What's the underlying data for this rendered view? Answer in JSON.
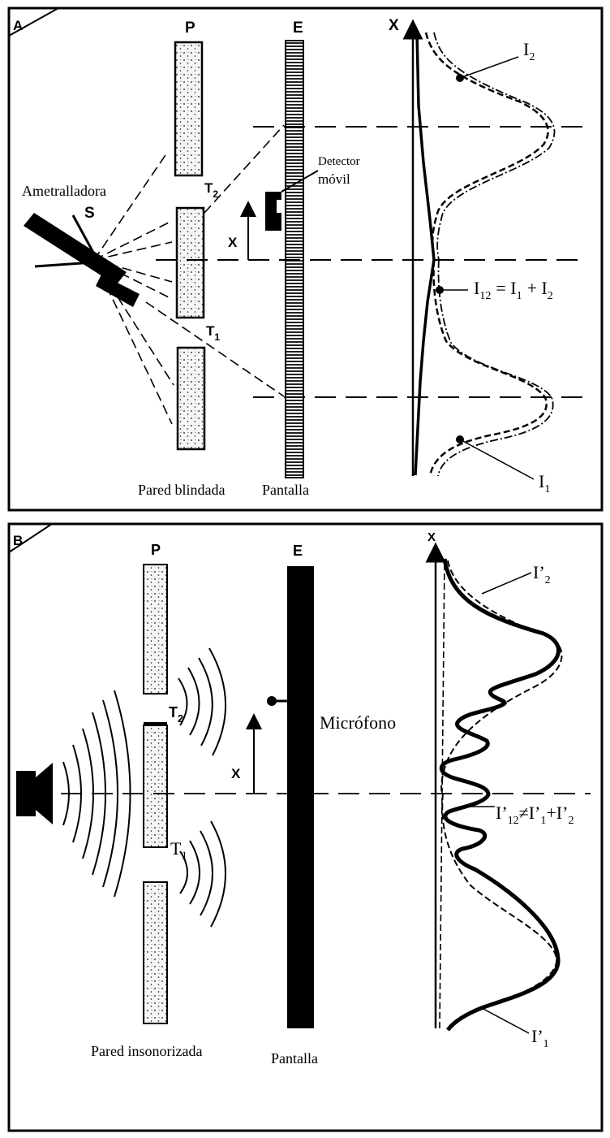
{
  "panel_a": {
    "tag": "A",
    "wall_label": "P",
    "screen_label": "E",
    "source_label": "S",
    "gun_label": "Ametralladora",
    "slit_upper": "T",
    "slit_upper_sub": "2",
    "slit_lower": "T",
    "slit_lower_sub": "1",
    "detector_line1": "Detector",
    "detector_line2": "móvil",
    "x_label": "X",
    "axis_label": "X",
    "curve_i2": "I",
    "curve_i2_sub": "2",
    "sum_label": "I",
    "sum_label_sub": "12",
    "sum_eq": "= I",
    "sum_eq_sub1": "1",
    "sum_plus": "+ I",
    "sum_plus_sub2": "2",
    "curve_i1": "I",
    "curve_i1_sub": "1",
    "wall_caption": "Pared blindada",
    "screen_caption": "Pantalla"
  },
  "panel_b": {
    "tag": "B",
    "wall_label": "P",
    "screen_label": "E",
    "slit_upper": "T",
    "slit_upper_sub": "2",
    "slit_lower": "T",
    "slit_lower_sub": "1",
    "mic_label": "Micrófono",
    "x_label": "X",
    "axis_label": "X",
    "curve_i2": "I’",
    "curve_i2_sub": "2",
    "inequality_a": "I’",
    "inequality_a_sub": "12",
    "inequality_b": "≠I’",
    "inequality_b_sub": "1",
    "inequality_c": "+I’",
    "inequality_c_sub": "2",
    "curve_i1": "I’",
    "curve_i1_sub": "1",
    "wall_caption": "Pared insonorizada",
    "screen_caption": "Pantalla"
  }
}
